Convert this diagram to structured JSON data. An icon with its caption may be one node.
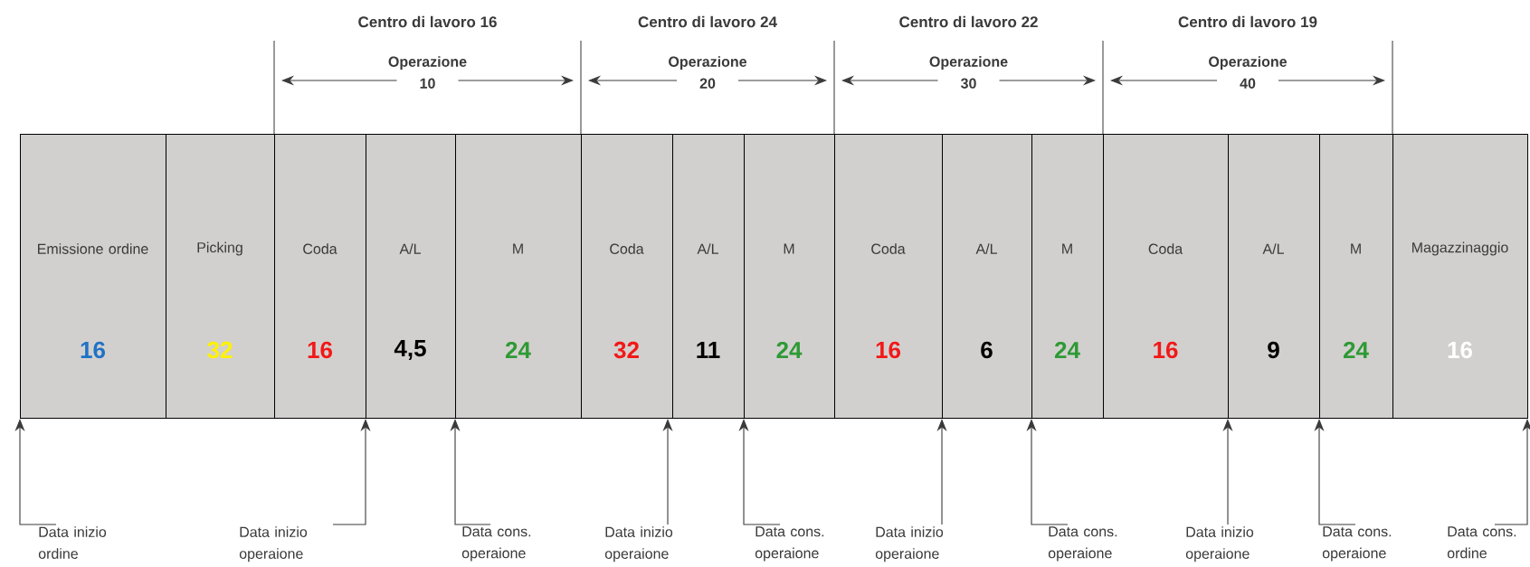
{
  "diagram": {
    "nodes": [
      {
        "text": [
          "Emissione ordine",
          "16"
        ]
      },
      {
        "text": [
          "Picking",
          "32"
        ]
      },
      {
        "text": [
          "Coda",
          "16"
        ]
      },
      {
        "text": [
          "A/L",
          "4,5"
        ]
      },
      {
        "text": [
          "M",
          "24"
        ]
      },
      {
        "text": [
          "Coda",
          "32"
        ]
      },
      {
        "text": [
          "A/L",
          "11"
        ]
      },
      {
        "text": [
          "M",
          "24"
        ]
      },
      {
        "text": [
          "Coda",
          "16"
        ]
      },
      {
        "text": [
          "A/L",
          "6"
        ]
      },
      {
        "text": [
          "M",
          "24"
        ]
      },
      {
        "text": [
          "Coda",
          "16"
        ]
      },
      {
        "text": [
          "A/L",
          "9"
        ]
      },
      {
        "text": [
          "M",
          "24"
        ]
      },
      {
        "text": [
          "Magazzinaggio",
          "16"
        ]
      },
      {
        "text": [
          "Data inizio ordine"
        ]
      },
      {
        "text": [
          "Data inizio operaione"
        ]
      },
      {
        "text": [
          "Data cons. operaione"
        ]
      },
      {
        "text": [
          "Data inizio operaione"
        ]
      },
      {
        "text": [
          "Data cons. operaione"
        ]
      },
      {
        "text": [
          "Data inizio operaione"
        ]
      },
      {
        "text": [
          "Data cons. operaione"
        ]
      },
      {
        "text": [
          "Data inizio operaione"
        ]
      },
      {
        "text": [
          "Data cons. operaione"
        ]
      },
      {
        "text": [
          "Data cons. ordine"
        ]
      }
    ],
    "edges": [
      {
        "from": 15,
        "to": 0,
        "arrow": "to"
      },
      {
        "from": 16,
        "to": 3,
        "arrow": "to"
      },
      {
        "from": 17,
        "to": 3,
        "arrow": "to"
      },
      {
        "from": 18,
        "to": 6,
        "arrow": "to"
      },
      {
        "from": 19,
        "to": 6,
        "arrow": "to"
      },
      {
        "from": 20,
        "to": 9,
        "arrow": "to"
      },
      {
        "from": 21,
        "to": 10,
        "arrow": "to"
      },
      {
        "from": 22,
        "to": 12,
        "arrow": "to"
      },
      {
        "from": 23,
        "to": 13,
        "arrow": "to"
      },
      {
        "from": 24,
        "to": 14,
        "arrow": "to"
      }
    ],
    "labels": [
      "Centro di lavoro 16",
      "Centro di lavoro 24",
      "Centro di lavoro 22",
      "Centro di lavoro 19",
      "Operazione 10",
      "Operazione 20",
      "Operazione 30",
      "Operazione 40"
    ]
  }
}
